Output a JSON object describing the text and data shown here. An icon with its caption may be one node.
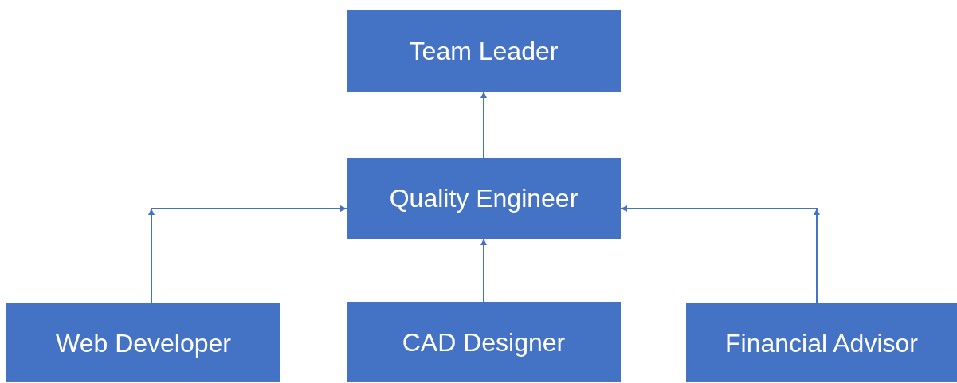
{
  "diagram": {
    "nodes": [
      {
        "text": [
          "Team Leader"
        ]
      },
      {
        "text": [
          "Quality Engineer"
        ]
      },
      {
        "text": [
          "Web Developer"
        ]
      },
      {
        "text": [
          "CAD Designer"
        ]
      },
      {
        "text": [
          "Financial Advisor"
        ]
      }
    ],
    "edges": [
      {
        "from": 1,
        "to": 0,
        "arrow": "to"
      },
      {
        "from": 2,
        "to": 1,
        "arrow": "to"
      },
      {
        "from": 3,
        "to": 1,
        "arrow": "to"
      },
      {
        "from": 4,
        "to": 1,
        "arrow": "to"
      }
    ]
  }
}
